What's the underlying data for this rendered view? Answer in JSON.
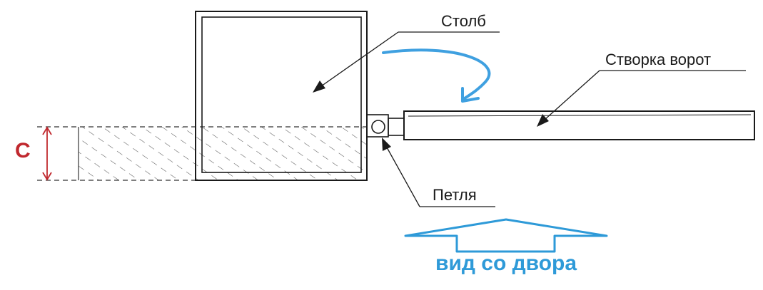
{
  "labels": {
    "post": "Столб",
    "gate_leaf": "Створка ворот",
    "hinge": "Петля",
    "view": "вид со двора",
    "dimension": "С"
  },
  "colors": {
    "line": "#1a1a1a",
    "hatch": "#444444",
    "swing_arrow": "#3fa0e0",
    "view_arrow": "#2e9ad8",
    "view_text": "#2e9ad8",
    "dimension": "#c0282e"
  }
}
